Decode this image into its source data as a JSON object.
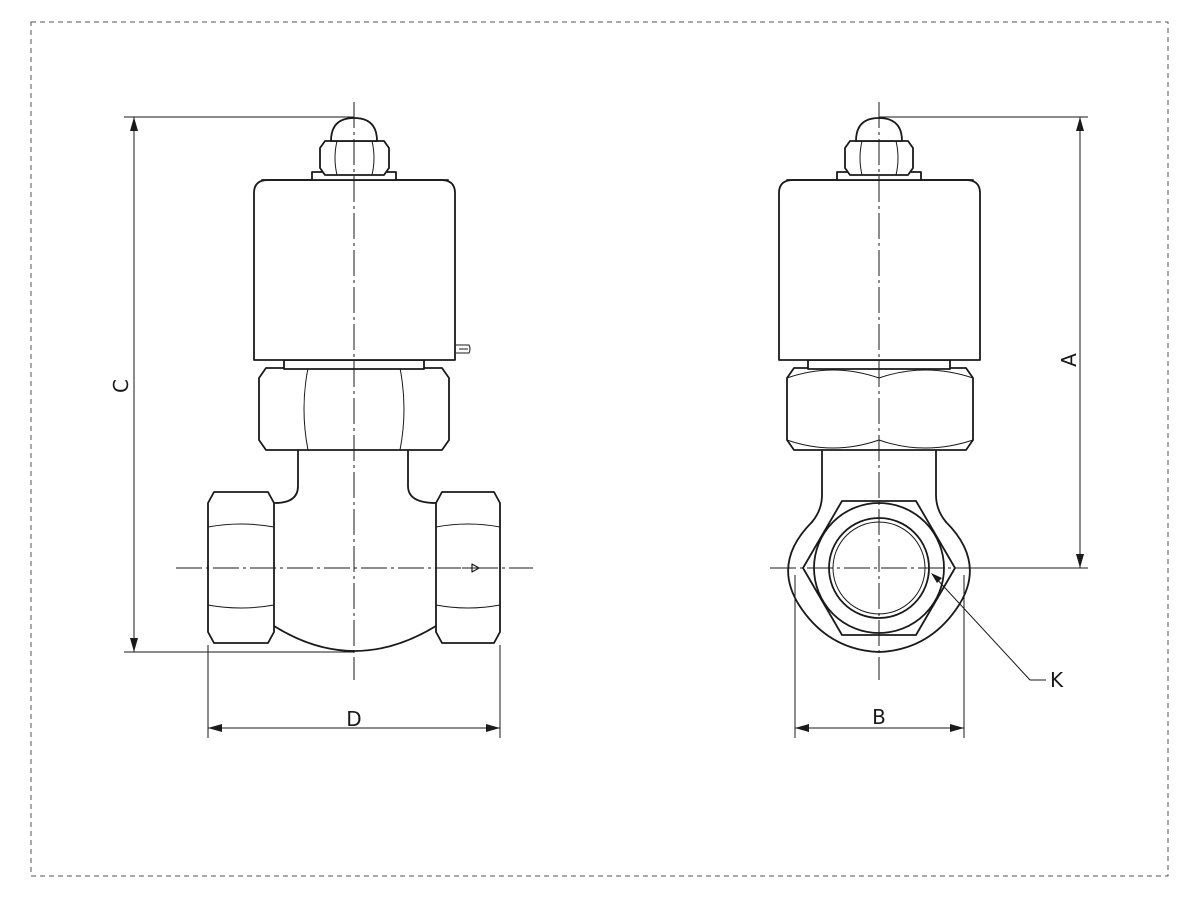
{
  "labels": {
    "A": "A",
    "B": "B",
    "C": "C",
    "D": "D",
    "K": "K"
  }
}
